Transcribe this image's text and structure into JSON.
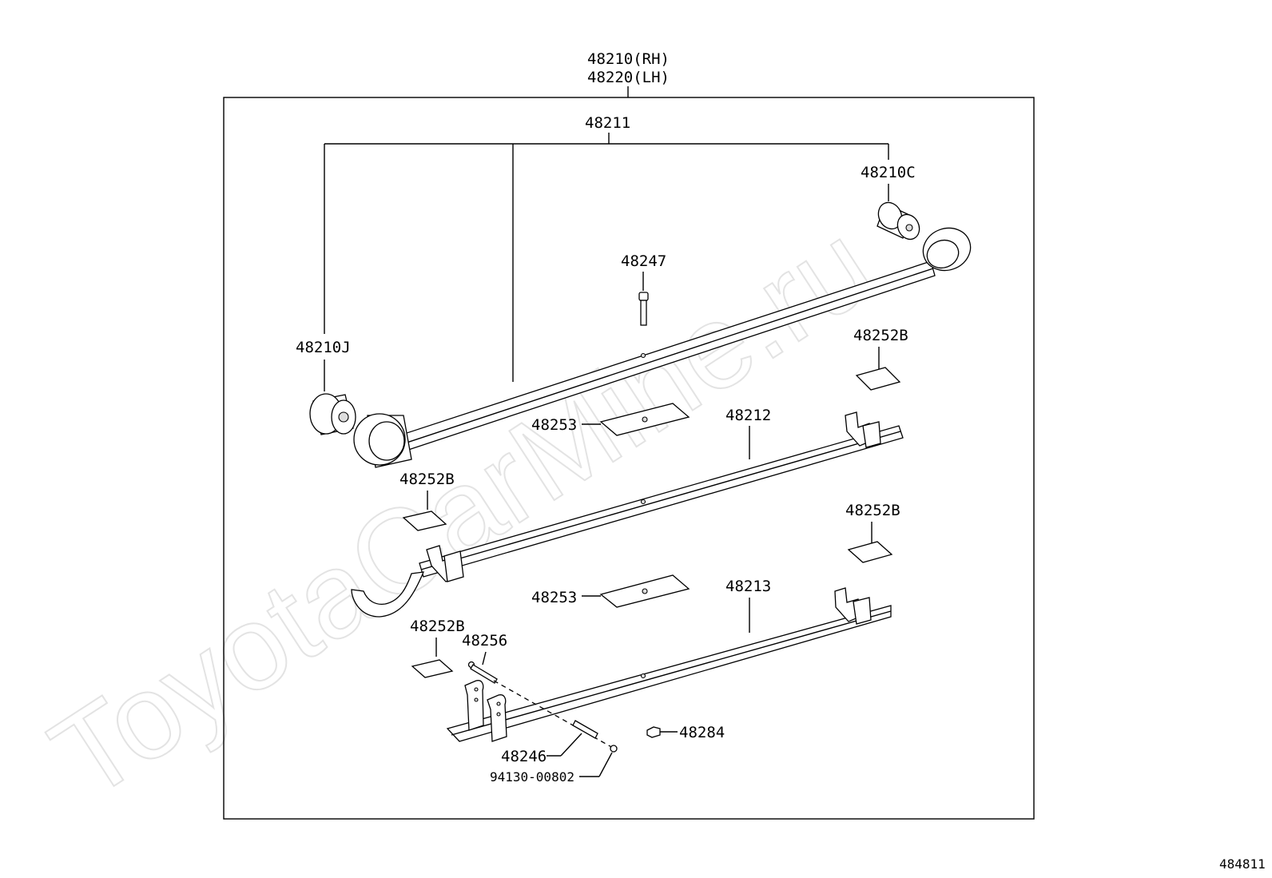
{
  "watermark": "ToyotaCarMine.ru",
  "figure_id": "484811",
  "assembly": {
    "rh": "48210(RH)",
    "lh": "48220(LH)"
  },
  "parts": {
    "p48211": "48211",
    "p48210C": "48210C",
    "p48247": "48247",
    "p48210J": "48210J",
    "p48252B_a": "48252B",
    "p48253_a": "48253",
    "p48212": "48212",
    "p48252B_b": "48252B",
    "p48252B_c": "48252B",
    "p48253_b": "48253",
    "p48213": "48213",
    "p48252B_d": "48252B",
    "p48256": "48256",
    "p48284": "48284",
    "p48246": "48246",
    "p94130": "94130-00802"
  },
  "colors": {
    "line": "#000000",
    "watermark": "#e3e3e3",
    "background": "#ffffff"
  }
}
